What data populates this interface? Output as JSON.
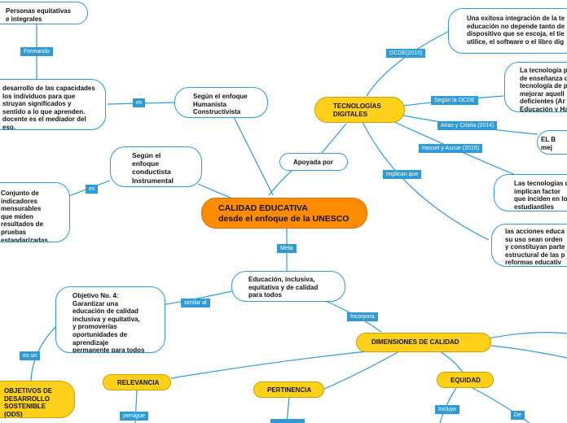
{
  "nodes": {
    "personas": "Personas equitativas\ne integrales",
    "desarrollo": "desarrollo de las capacidades\nlos individuos para que\nstruyan significados y\nsentido a lo que aprenden.\ndocente es el mediador del\neso.",
    "humanista": "Según el enfoque\nHumanista\nConstructivista",
    "conductista": "Según el\nenfoque\nconductista\nInstrumental",
    "conjunto": "Conjunto de\nindicadores\nmensurables\nque miden\nresultados de\npruebas\nestandarizadas.",
    "calidad": "CALIDAD EDUCATIVA\ndesde el enfoque de la UNESCO",
    "apoyada": "Apoyada por",
    "tecnologias": "TECNOLOGÍAS\nDIGITALES",
    "exitosa": "Una exitosa integración de la te\neducación no depende tanto de\ndispositivo que se escoja, el tie\nutilice, el software o el libro dig",
    "tecno_p": "La tecnología p\nde enseñanza d\ntecnología de p\nmejorar aquell\ndeficientes (Ar\nEducación y Ha",
    "el_b": "EL B\nmej",
    "tecno_imp": "Las tecnologías d\nimplican factor\nque inciden en lo\nestudiantiles",
    "acciones": "las acciones educa\nsu uso sean orden\ny constituyan parte\nestructural de las p\nreformas educativ",
    "educacion": "Educación, inclusiva,\nequitativa y de calidad\npara todos",
    "objetivo": "Objetivo No. 4:\nGarantizar una\neducación de calidad\ninclusiva y equitativa,\ny promoverías\noportunidades de\naprendizaje\npermanente para todos",
    "ods": "OBJETIVOS DE\nDESARROLLO\nSOSTENIBLE\n(ODS)",
    "dimensiones": "DIMENSIONES DE CALIDAD",
    "relevancia": "RELEVANCIA",
    "pertinencia": "PERTINENCIA",
    "equidad": "EQUIDAD"
  },
  "labels": {
    "formando": "Formando",
    "es1": "es",
    "es2": "es",
    "ocde": "OCDE(2015)",
    "segun_ocde": "Según la OCDE",
    "arias": "Arias y Cristia (2014)",
    "hassel": "Hassel y Ascue (2015)",
    "implican": "implican que",
    "meta": "Meta",
    "similar": "similar al",
    "es_un": "es un",
    "incorpora": "Incorpora",
    "persigue": "persigue",
    "incluye": "Incluye",
    "de": "De"
  },
  "colors": {
    "connector": "#2e9bd6",
    "central": "#ff8c00",
    "highlight": "#ffd11a"
  }
}
